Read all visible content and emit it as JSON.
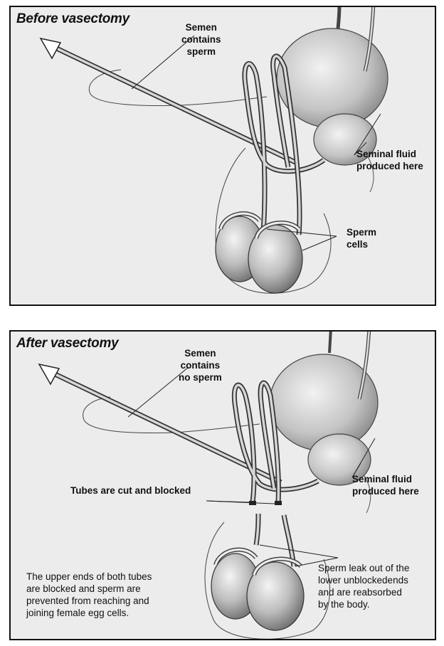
{
  "before": {
    "title": "Before vasectomy",
    "semen_label": "Semen\ncontains\nsperm",
    "fluid_label": "Seminal fluid\nproduced here",
    "sperm_label": "Sperm\ncells"
  },
  "after": {
    "title": "After vasectomy",
    "semen_label": "Semen\ncontains\nno sperm",
    "fluid_label": "Seminal fluid\nproduced here",
    "tubes_label": "Tubes are cut and blocked",
    "upper_note": "The upper ends of both tubes\nare blocked and sperm are\nprevented from reaching and\njoining female egg cells.",
    "leak_note": "Sperm leak out of the\nlower unblockedends\nand are reabsorbed\nby the body."
  }
}
